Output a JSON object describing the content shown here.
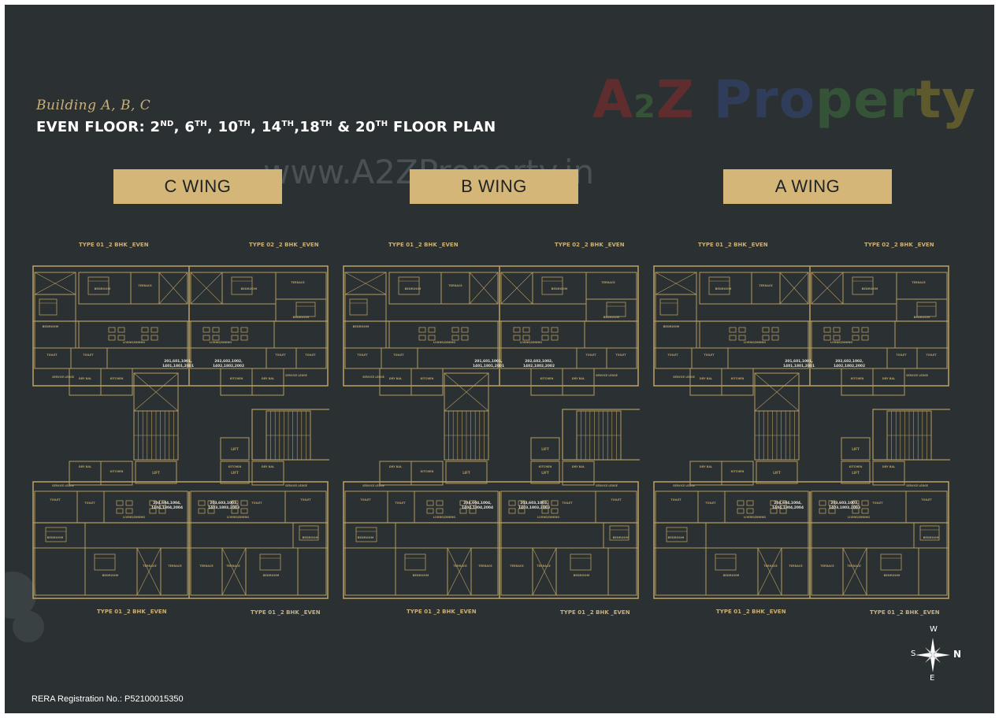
{
  "header": {
    "building": "Building A, B, C",
    "floor_title_parts": [
      "EVEN FLOOR: 2",
      "ND",
      ", 6",
      "TH",
      ", 10",
      "TH",
      ", 14",
      "TH",
      ",18",
      "TH",
      " & 20",
      "TH",
      " FLOOR PLAN"
    ]
  },
  "watermark": {
    "logo_parts": [
      "A",
      "2",
      "Z",
      " Pro",
      "per",
      "ty"
    ],
    "url": "www.A2ZProperty.in"
  },
  "wings": [
    {
      "label": "C WING",
      "top_left_type": "TYPE 01 _2 BHK _EVEN",
      "top_right_type": "TYPE 02 _2 BHK _EVEN",
      "bottom_left_type": "TYPE 01 _2 BHK _EVEN",
      "bottom_right_type": "TYPE 01 _2 BHK _EVEN",
      "flat_numbers": [
        "201,601,1001,",
        "1401,1801,2001",
        "202,602,1002,",
        "1402,1802,2002",
        "204,604,1004,",
        "1404,1804,2004",
        "203,603,1003,",
        "1403,1803,2003"
      ]
    },
    {
      "label": "B WING",
      "top_left_type": "TYPE 01 _2 BHK _EVEN",
      "top_right_type": "TYPE 02 _2 BHK _EVEN",
      "bottom_left_type": "TYPE 01 _2 BHK _EVEN",
      "bottom_right_type": "TYPE 01 _2 BHK _EVEN",
      "flat_numbers": [
        "201,601,1001,",
        "1401,1801,2001",
        "202,602,1002,",
        "1402,1802,2002",
        "204,604,1004,",
        "1404,1804,2004",
        "203,603,1003,",
        "1403,1803,2003"
      ]
    },
    {
      "label": "A WING",
      "top_left_type": "TYPE 01 _2 BHK _EVEN",
      "top_right_type": "TYPE 02 _2 BHK _EVEN",
      "bottom_left_type": "TYPE 01 _2 BHK _EVEN",
      "bottom_right_type": "TYPE 01 _2 BHK _EVEN",
      "flat_numbers": [
        "201,601,1001,",
        "1401,1801,2001",
        "202,602,1002,",
        "1402,1802,2002",
        "204,604,1004,",
        "1404,1804,2004",
        "203,603,1003,",
        "1403,1803,2003"
      ]
    }
  ],
  "room_labels": {
    "bedroom": "BEDROOM",
    "toilet": "TOILET",
    "terrace": "TERRACE",
    "kitchen": "KITCHEN",
    "living": "LIVING/DINING",
    "lift": "LIFT",
    "dry_bal": "DRY BAL",
    "service_ledge": "SERVICE LEDGE"
  },
  "compass": {
    "w": "W",
    "s": "S",
    "n": "N",
    "e": "E"
  },
  "footer": {
    "rera": "RERA Registration No.: P52100015350"
  },
  "colors": {
    "background": "#2b3133",
    "gold": "#c9b07a",
    "wing_badge": "#d4b678",
    "plan_line": "#b39b62"
  }
}
